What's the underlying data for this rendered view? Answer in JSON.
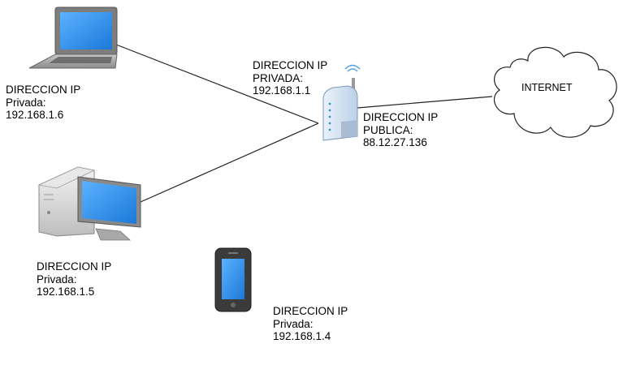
{
  "nodes": {
    "laptop": {
      "icon": "laptop-icon",
      "label": [
        "DIRECCION IP",
        "Privada:",
        "192.168.1.6"
      ]
    },
    "desktop": {
      "icon": "desktop-computer-icon",
      "label": [
        "DIRECCION IP",
        "Privada:",
        "192.168.1.5"
      ]
    },
    "phone": {
      "icon": "smartphone-icon",
      "label": [
        "DIRECCION IP",
        "Privada:",
        "192.168.1.4"
      ]
    },
    "router": {
      "icon": "wifi-router-icon",
      "private_label": [
        "DIRECCION IP",
        "PRIVADA:",
        "192.168.1.1"
      ],
      "public_label": [
        "DIRECCION IP",
        "PUBLICA:",
        "88.12.27.136"
      ]
    },
    "internet": {
      "icon": "cloud-icon",
      "label": "INTERNET"
    }
  },
  "connections": [
    {
      "from": "laptop",
      "to": "router"
    },
    {
      "from": "desktop",
      "to": "router"
    },
    {
      "from": "router",
      "to": "internet"
    }
  ]
}
